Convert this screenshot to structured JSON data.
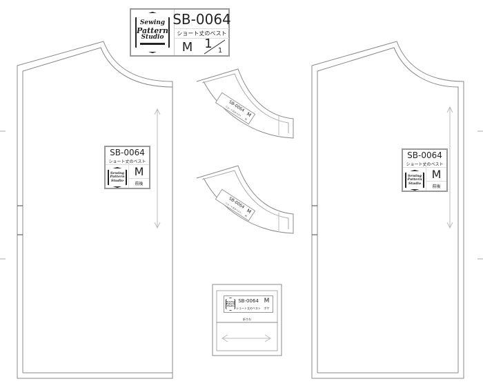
{
  "pattern": {
    "code": "SB-0064",
    "name": "ショート丈のベスト",
    "size": "M",
    "page_num": "1",
    "page_total": "1"
  },
  "logo": {
    "line1": "Sewing",
    "line2": "Pattern",
    "line3": "Studio"
  },
  "pieces": {
    "body_left": {
      "piece_name": "前後"
    },
    "body_right": {
      "piece_name": "前後"
    },
    "collar_top": {
      "piece_name": "衿"
    },
    "collar_bottom": {
      "piece_name": "衿"
    },
    "small": {
      "piece_name": "ポケ",
      "fold_label": "折りわ"
    }
  }
}
